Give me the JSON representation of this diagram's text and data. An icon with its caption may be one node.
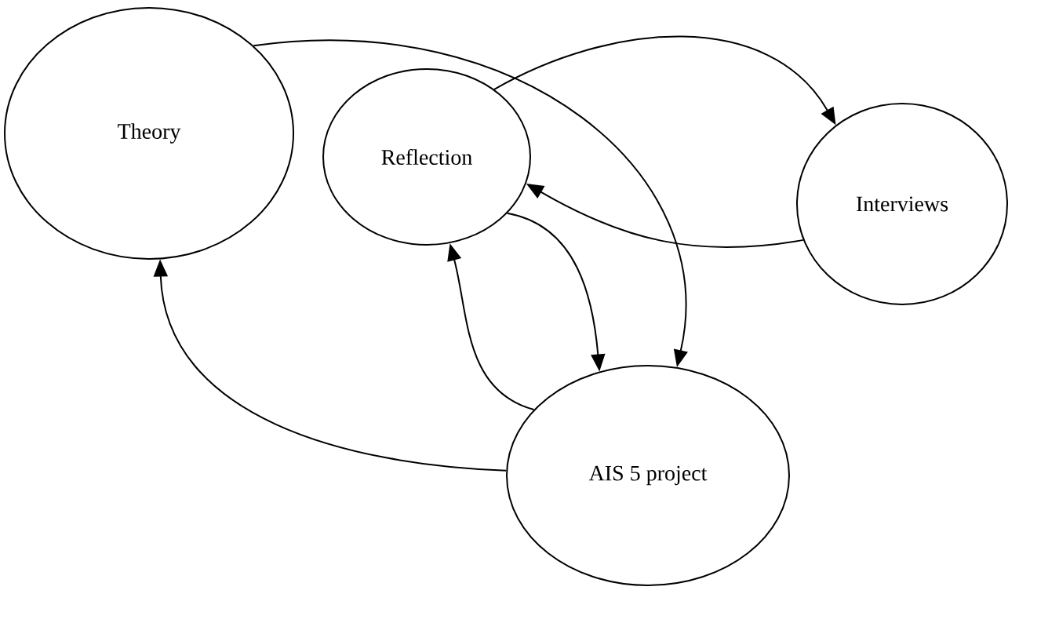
{
  "diagram": {
    "nodes": [
      {
        "text": [
          "Theory"
        ]
      },
      {
        "text": [
          "Reflection"
        ]
      },
      {
        "text": [
          "Interviews"
        ]
      },
      {
        "text": [
          "AIS 5 project"
        ]
      }
    ],
    "edges": [
      {
        "from": 0,
        "to": 3,
        "arrow": "to"
      },
      {
        "from": 1,
        "to": 2,
        "arrow": "to"
      },
      {
        "from": 2,
        "to": 1,
        "arrow": "to"
      },
      {
        "from": 1,
        "to": 3,
        "arrow": "to"
      },
      {
        "from": 3,
        "to": 1,
        "arrow": "to"
      },
      {
        "from": 3,
        "to": 0,
        "arrow": "to"
      }
    ]
  }
}
